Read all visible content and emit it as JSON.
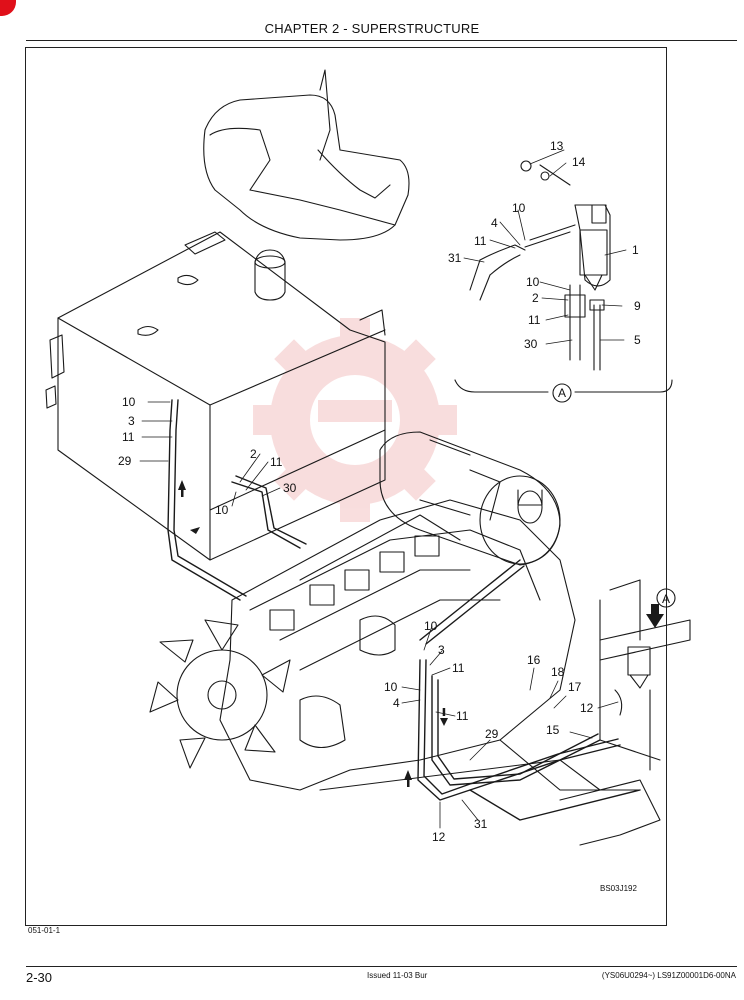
{
  "header": {
    "chapter_title": "CHAPTER 2 - SUPERSTRUCTURE"
  },
  "figure": {
    "detail_label": "A",
    "image_id": "BS03J192",
    "figure_code": "051-01-1",
    "callouts_detail": [
      "13",
      "14",
      "10",
      "4",
      "11",
      "1",
      "31",
      "10",
      "2",
      "9",
      "11",
      "5",
      "30"
    ],
    "callouts_tank": [
      "10",
      "3",
      "11",
      "29",
      "2",
      "11",
      "30",
      "10"
    ],
    "callouts_engine": [
      "10",
      "3",
      "11",
      "10",
      "4",
      "11",
      "16",
      "18",
      "17",
      "12",
      "15",
      "29",
      "12",
      "31"
    ]
  },
  "footer": {
    "page_number": "2-30",
    "issue": "Issued 11-03   Bur",
    "serial": "(YS06U0294~)   LS91Z00001D6-00NA"
  },
  "colors": {
    "accent": "#e0101a",
    "line": "#1a1a1a",
    "watermark": "#f4c3c3"
  }
}
